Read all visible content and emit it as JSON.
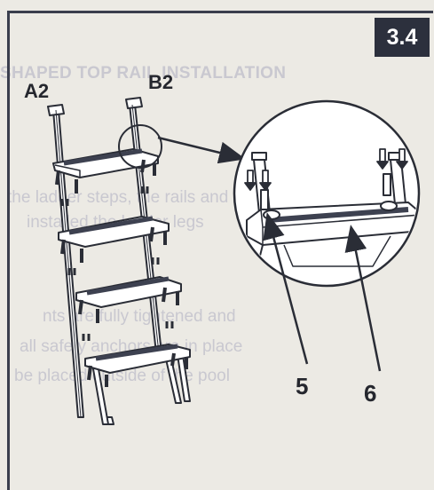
{
  "step": {
    "number": "3.4"
  },
  "background_bleed": {
    "title": "SHAPED TOP RAIL INSTALLATION",
    "lines": [
      "the ladder steps, the rails and",
      "installed the ladder legs",
      "nts are fully tightened and",
      "all safety anchors are in place",
      "be placed outside of the pool"
    ]
  },
  "figure": {
    "labels": {
      "part_a2": "A2",
      "part_b2": "B2",
      "callout_5": "5",
      "callout_6": "6"
    }
  }
}
